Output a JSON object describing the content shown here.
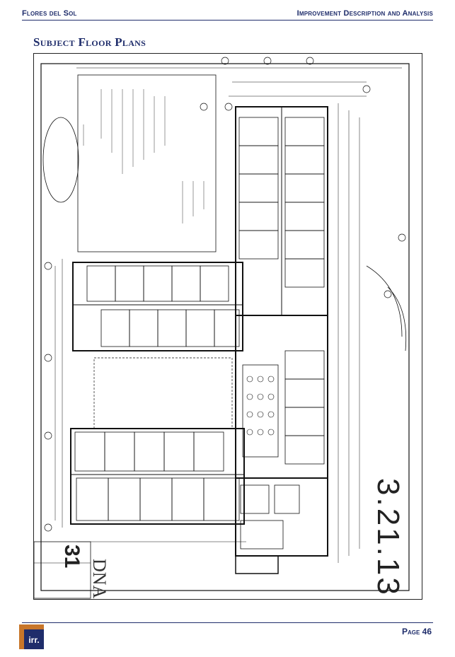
{
  "header": {
    "left": "Flores del Sol",
    "right": "Improvement Description and Analysis"
  },
  "section_title": "Subject Floor Plans",
  "plan": {
    "date_stamp": "3.21.13",
    "sheet_number": "31",
    "firm_mark": "DNA"
  },
  "footer": {
    "logo_text": "irr.",
    "page_label": "Page 46"
  },
  "colors": {
    "accent": "#1f2d6b",
    "logo_orange": "#c8762a",
    "logo_navy": "#1f2d6b"
  }
}
